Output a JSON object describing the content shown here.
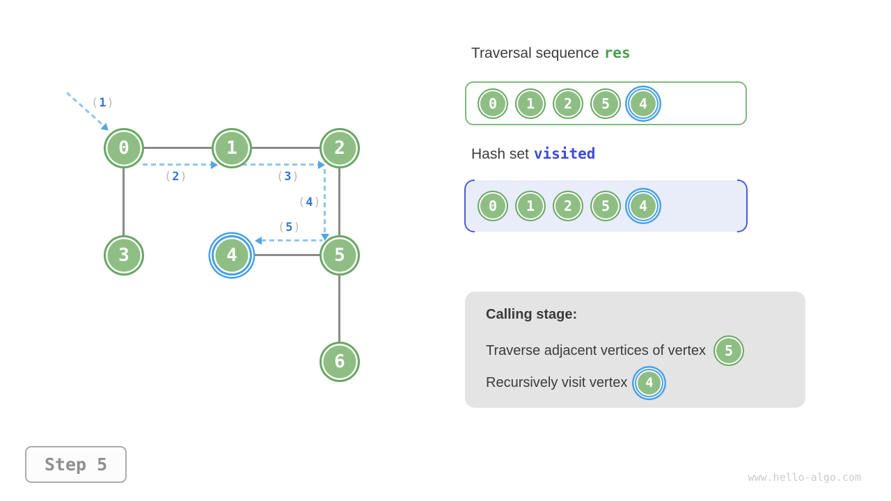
{
  "graph": {
    "nodes": [
      {
        "label": "0"
      },
      {
        "label": "1"
      },
      {
        "label": "2"
      },
      {
        "label": "3"
      },
      {
        "label": "4",
        "highlighted": true
      },
      {
        "label": "5"
      },
      {
        "label": "6"
      }
    ],
    "edges": [
      "0-1",
      "1-2",
      "0-3",
      "2-5",
      "4-5",
      "5-6"
    ],
    "arrow_labels": [
      {
        "open": "(",
        "value": "1",
        "close": ")"
      },
      {
        "open": "(",
        "value": "2",
        "close": ")"
      },
      {
        "open": "(",
        "value": "3",
        "close": ")"
      },
      {
        "open": "(",
        "value": "4",
        "close": ")"
      },
      {
        "open": "(",
        "value": "5",
        "close": ")"
      }
    ]
  },
  "res_box": {
    "title_text": "Traversal sequence",
    "title_code": "res",
    "items": [
      {
        "label": "0"
      },
      {
        "label": "1"
      },
      {
        "label": "2"
      },
      {
        "label": "5"
      },
      {
        "label": "4",
        "highlighted": true
      }
    ]
  },
  "visited_box": {
    "title_text": "Hash set",
    "title_code": "visited",
    "items": [
      {
        "label": "0"
      },
      {
        "label": "1"
      },
      {
        "label": "2"
      },
      {
        "label": "5"
      },
      {
        "label": "4",
        "highlighted": true
      }
    ]
  },
  "calling_box": {
    "title": "Calling stage:",
    "rows": [
      {
        "text": "Traverse adjacent vertices of vertex",
        "vertex": "5",
        "highlighted": false
      },
      {
        "text": "Recursively visit vertex",
        "vertex": "4",
        "highlighted": true
      }
    ]
  },
  "footer": {
    "step_label": "Step 5",
    "watermark": "www.hello-algo.com"
  },
  "colors": {
    "node_fill": "#8FBE85",
    "node_border": "#69A863",
    "highlight_blue": "#49A0E5",
    "dashed_arrow_blue": "#8EC6F0",
    "arrowhead_blue": "#55A5E5",
    "arrow_label_digit_blue": "#3478C8",
    "arrow_label_paren_gray": "#B9B9B9",
    "edge_gray": "#8A8A8A",
    "code_green": "#4A9D4E",
    "code_blue": "#3B4BD3",
    "visited_bg": "#E9EDFA",
    "visited_bracket_blue": "#4A5BD0",
    "calling_bg": "#E4E4E4"
  }
}
